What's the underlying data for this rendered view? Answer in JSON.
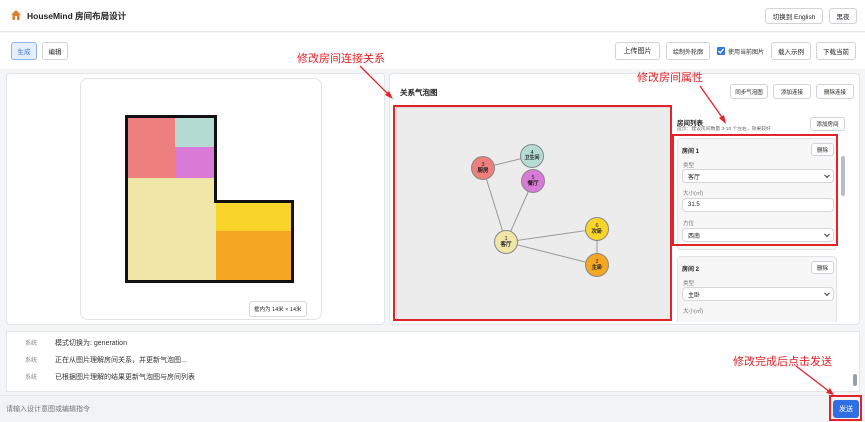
{
  "header": {
    "title": "HouseMind 房间布局设计",
    "lang_button": "切换到 English",
    "theme_button": "黑夜"
  },
  "toolbar": {
    "mode_generate": "生成",
    "mode_edit": "编辑",
    "upload": "上传图片",
    "draw_outline": "绘制外轮廓",
    "use_image_label": "使用当前图片",
    "use_image_checked": true,
    "load_example": "载入示例",
    "download": "下载当前"
  },
  "floorplan": {
    "size_label": "框内为 14米 × 14米"
  },
  "bubble": {
    "title": "关系气泡图",
    "sync": "同步气泡图",
    "add_link": "添加连接",
    "delete_link": "删除连接",
    "nodes": [
      {
        "id": "1",
        "name": "客厅",
        "color": "#efe6a8"
      },
      {
        "id": "2",
        "name": "主卧",
        "color": "#f5a623"
      },
      {
        "id": "3",
        "name": "厨房",
        "color": "#ee7f7f"
      },
      {
        "id": "4",
        "name": "卫生间",
        "color": "#b5dcd3"
      },
      {
        "id": "5",
        "name": "餐厅",
        "color": "#d97ad6"
      },
      {
        "id": "6",
        "name": "次卧",
        "color": "#f9d42a"
      }
    ]
  },
  "rooms": {
    "title": "房间列表",
    "hint": "提示：建议房间数量 3-10 个左右，效果较好",
    "add": "添加房间",
    "items": [
      {
        "name": "房间 1",
        "delete": "删除",
        "type_label": "类型",
        "type_value": "客厅",
        "size_label": "大小(㎡)",
        "size_value": "31.5",
        "orient_label": "方位",
        "orient_value": "西南"
      },
      {
        "name": "房间 2",
        "delete": "删除",
        "type_label": "类型",
        "type_value": "主卧",
        "size_label": "大小(㎡)"
      }
    ]
  },
  "log": {
    "rows": [
      {
        "src": "系统",
        "text": "模式切换为: generation"
      },
      {
        "src": "系统",
        "text": "正在从图片理解房间关系，并更新气泡图..."
      },
      {
        "src": "系统",
        "text": "已根据图片理解的结果更新气泡图与房间列表"
      }
    ]
  },
  "input": {
    "placeholder": "请输入设计意图或编辑指令",
    "send": "发送"
  },
  "annotations": {
    "connections": "修改房间连接关系",
    "properties": "修改房间属性",
    "send_hint": "修改完成后点击发送"
  }
}
